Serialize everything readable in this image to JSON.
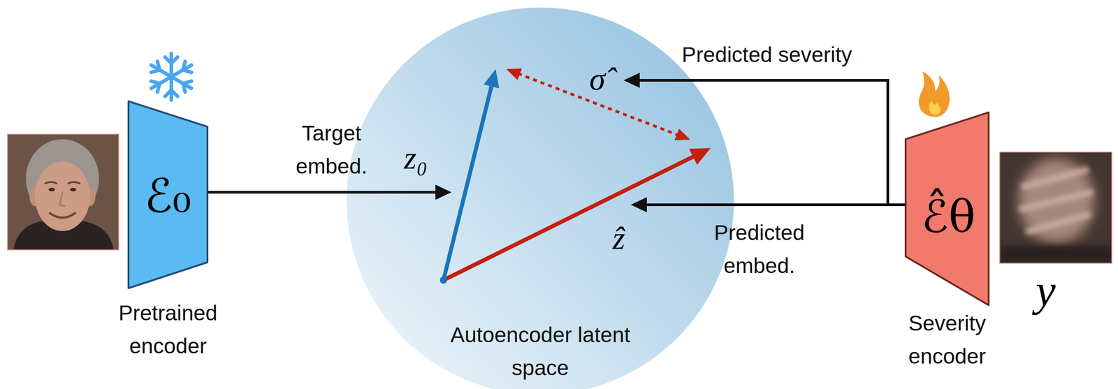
{
  "diagram": {
    "nodes": [
      {
        "text": [
          "ℰ₀",
          "Pretrained encoder"
        ]
      },
      {
        "text": [
          "Autoencoder latent space"
        ]
      },
      {
        "text": [
          "ℰ̂θ",
          "Severity encoder"
        ]
      }
    ],
    "edges": [
      {
        "from": 0,
        "to": 1,
        "arrow": "to",
        "label": "Target embed."
      },
      {
        "from": 2,
        "to": 1,
        "arrow": "to",
        "label": "Predicted severity"
      },
      {
        "from": 2,
        "to": 1,
        "arrow": "to",
        "label": "Predicted embed."
      }
    ],
    "labels": [
      "z₀",
      "σ̂",
      "ẑ",
      "y"
    ]
  }
}
